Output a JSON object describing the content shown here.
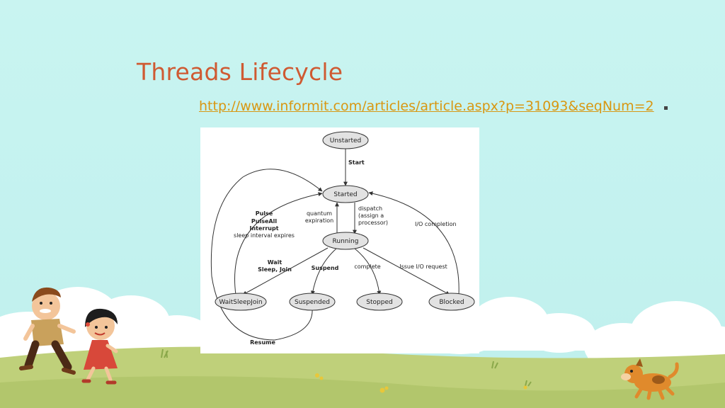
{
  "slide": {
    "title": "Threads Lifecycle",
    "link_text": "http://www.informit.com/articles/article.aspx?p=31093&seqNum=2"
  },
  "diagram": {
    "states": {
      "unstarted": "Unstarted",
      "started": "Started",
      "running": "Running",
      "waitsleepjoin": "WaitSleepJoin",
      "suspended": "Suspended",
      "stopped": "Stopped",
      "blocked": "Blocked"
    },
    "transitions": {
      "start": "Start",
      "quantum_1": "quantum",
      "quantum_2": "expiration",
      "dispatch_1": "dispatch",
      "dispatch_2": "(assign a",
      "dispatch_3": "processor)",
      "io_completion": "I/O completion",
      "pulse": "Pulse",
      "pulseall": "PulseAll",
      "interrupt": "Interrupt",
      "sleep_expires": "sleep interval expires",
      "wait": "Wait",
      "sleep_join": "Sleep, Join",
      "suspend": "Suspend",
      "complete": "complete",
      "issue_io": "Issue I/O request",
      "resume": "Resume"
    }
  },
  "colors": {
    "sky": "#c3f2ef",
    "title": "#cf5a32",
    "link": "#d89712",
    "grass": "#bfd07a",
    "node_fill": "#e2e2e2"
  }
}
